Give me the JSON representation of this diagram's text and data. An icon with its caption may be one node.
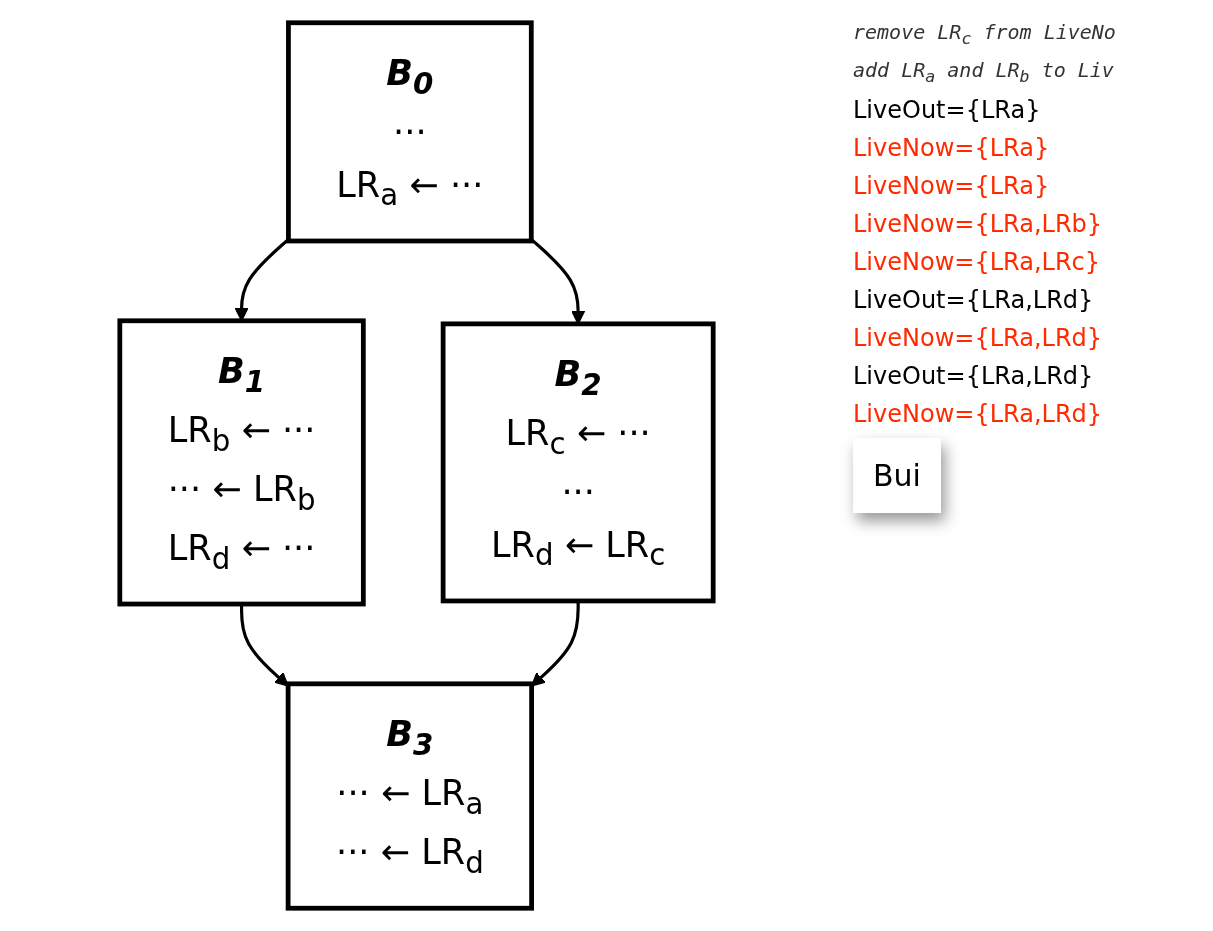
{
  "diagram": {
    "nodes": [
      {
        "text": [
          "B$_{0}$",
          "···",
          "LR$_{a}$ ← ···"
        ]
      },
      {
        "text": [
          "B$_{1}$",
          "LR$_{b}$ ← ···",
          "··· ← LR$_{b}$",
          "LR$_{d}$ ← ···"
        ]
      },
      {
        "text": [
          "B$_{2}$",
          "LR$_{c}$ ← ···",
          "···",
          "LR$_{d}$ ← LR$_{c}$"
        ]
      },
      {
        "text": [
          "B$_{3}$",
          "··· ← LR$_{a}$",
          "··· ← LR$_{d}$"
        ]
      }
    ],
    "edges": [
      {
        "from": 0,
        "to": 1,
        "arrow": "to"
      },
      {
        "from": 0,
        "to": 2,
        "arrow": "to"
      },
      {
        "from": 1,
        "to": 3,
        "arrow": "to"
      },
      {
        "from": 2,
        "to": 3,
        "arrow": "to"
      }
    ],
    "labels": [
      "remove LR$_{c}$ from LiveNo",
      "add LR$_{a}$ and LR$_{b}$ to Liv",
      "LiveOut={LRa}",
      "LiveNow={LRa}",
      "LiveNow={LRa}",
      "LiveNow={LRa,LRb}",
      "LiveNow={LRa,LRc}",
      "LiveOut={LRa,LRd}",
      "LiveNow={LRa,LRd}",
      "LiveOut={LRa,LRd}",
      "LiveNow={LRa,LRd}",
      "Bui"
    ]
  }
}
